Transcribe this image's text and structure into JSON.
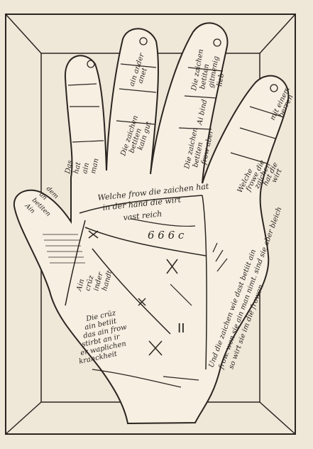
{
  "colors": {
    "paper": "#efe7d8",
    "ink": "#2a2520",
    "faint": "#b6ada0"
  },
  "annotations": {
    "palm_upper": "Welche frow die zaichen hat",
    "palm_middle": "in der hand die wirt",
    "palm_lower": "vast reich",
    "index_finger": [
      "Die zaichen",
      "betiten",
      "kain gut",
      "ain ander",
      "anet"
    ],
    "middle_finger": [
      "Die zaichen",
      "betiten",
      "frow aber",
      "Ai bind"
    ],
    "ring_finger": [
      "Die zaichen",
      "betiten",
      "gitmenig",
      "lieb"
    ],
    "little_finger": [
      "Welche",
      "frowe die",
      "zaichen",
      "hat die",
      "wirt",
      "mit einem",
      "berren"
    ],
    "thumb_left": [
      "Das",
      "hat",
      "ain",
      "man"
    ],
    "thumb_right": [
      "Ain",
      "betiten",
      "an",
      "dem"
    ],
    "thumb_center": [
      "Ain",
      "crüz",
      "inder",
      "handt"
    ],
    "right_column": [
      "Und die zaichen wie dast betiit ain",
      "frow. wen sie ain man nimt. sind sie aber bleich",
      "so wirt sie im die frowen"
    ],
    "lower_left": [
      "Die crüz",
      "ain betiit",
      "das ain frow",
      "stirbt an ir",
      "er waplichen",
      "kranckheit"
    ],
    "palm_numbers": "6 6 6 c",
    "wrist_mark": "II"
  }
}
